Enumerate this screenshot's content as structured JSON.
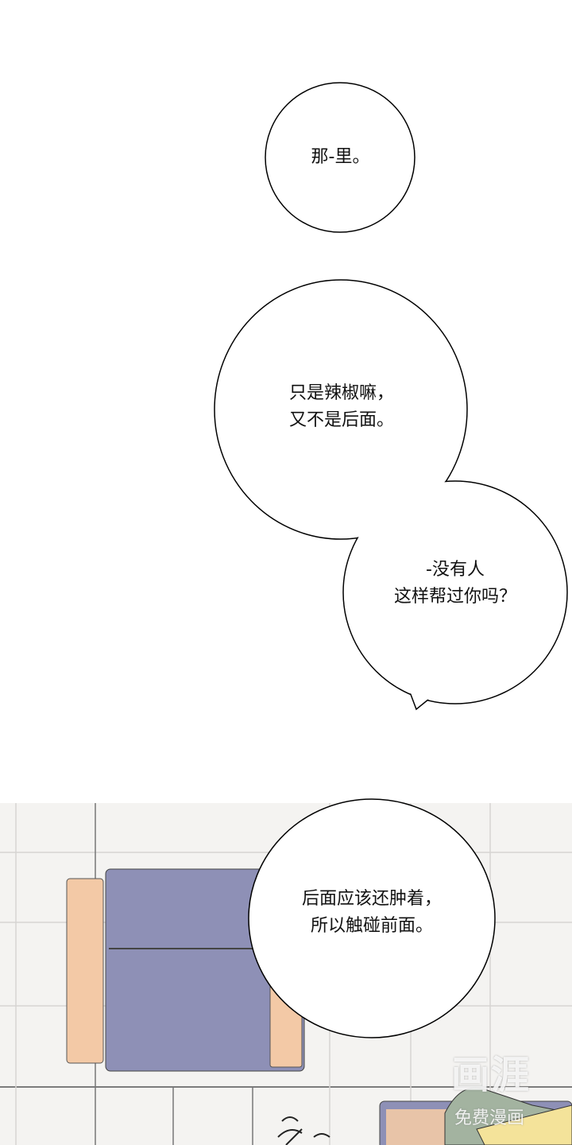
{
  "bubbles": [
    {
      "text": "那-里。"
    },
    {
      "text": "只是辣椒嘛，\n又不是后面。"
    },
    {
      "text": "-没有人\n这样帮过你吗？"
    },
    {
      "text": "后面应该还肿着，\n所以触碰前面。"
    }
  ],
  "watermark": {
    "logo": "画涯",
    "tagline": "免费漫画"
  },
  "colors": {
    "sofa": "#8e90b6",
    "sofa_arm": "#f3c9a6",
    "floor": "#f4f3f1",
    "outline": "#000000"
  }
}
